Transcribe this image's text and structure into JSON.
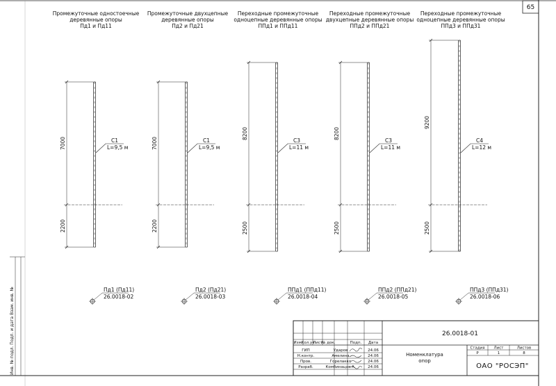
{
  "page_number": "65",
  "side_stamp": "Инв. № подл.   Подп. и дата   Взам. инв. №",
  "supports": [
    {
      "title": [
        "Промежуточные одностоечные",
        "деревянные опоры",
        "Пд1 и Пд11"
      ],
      "above_dim": "7000",
      "below_dim": "2200",
      "callout_code": "С1",
      "callout_length": "L=9,5 м",
      "plan_label": "Пд1 (Пд11)",
      "plan_code": "26.0018-02"
    },
    {
      "title": [
        "Промежуточные двухцепные",
        "деревянные опоры",
        "Пд2 и Пд21"
      ],
      "above_dim": "7000",
      "below_dim": "2200",
      "callout_code": "С1",
      "callout_length": "L=9,5 м",
      "plan_label": "Пд2 (Пд21)",
      "plan_code": "26.0018-03"
    },
    {
      "title": [
        "Переходные промежуточные",
        "одноцепные деревянные опоры",
        "ППд1 и ППд11"
      ],
      "above_dim": "8200",
      "below_dim": "2500",
      "callout_code": "С3",
      "callout_length": "L=11 м",
      "plan_label": "ППд1 (ППд11)",
      "plan_code": "26.0018-04"
    },
    {
      "title": [
        "Переходные промежуточные",
        "двухцепные деревянные опоры",
        "ППд2 и ППд21"
      ],
      "above_dim": "8200",
      "below_dim": "2500",
      "callout_code": "С3",
      "callout_length": "L=11 м",
      "plan_label": "ППд2 (ППд21)",
      "plan_code": "26.0018-05"
    },
    {
      "title": [
        "Переходные промежуточные",
        "одноцепные деревянные опоры",
        "ППд3 и ППд31"
      ],
      "above_dim": "9200",
      "below_dim": "2500",
      "callout_code": "С4",
      "callout_length": "L=12 м",
      "plan_label": "ППд3 (ППд31)",
      "plan_code": "26.0018-06"
    }
  ],
  "title_block": {
    "doc_code": "26.0018-01",
    "header_cols": [
      "Изм.",
      "Кол.уч",
      "Лист",
      "№ док.",
      "Подп.",
      "Дата"
    ],
    "people": [
      {
        "role": "ГИП",
        "name": "Ударов",
        "date": "24.06"
      },
      {
        "role": "Н.контр.",
        "name": "Амелина",
        "date": "24.06"
      },
      {
        "role": "Пров.",
        "name": "Горелакко",
        "date": "24.06"
      },
      {
        "role": "Разраб.",
        "name": "Комбинацая А.",
        "date": "24.06"
      }
    ],
    "doc_title": [
      "Номенклатура",
      "опор"
    ],
    "stage_header": "Стадия",
    "sheet_header": "Лист",
    "sheets_header": "Листов",
    "stage": "Р",
    "sheet": "1",
    "sheets": "8",
    "organization": "ОАО \"РОСЭП\""
  }
}
